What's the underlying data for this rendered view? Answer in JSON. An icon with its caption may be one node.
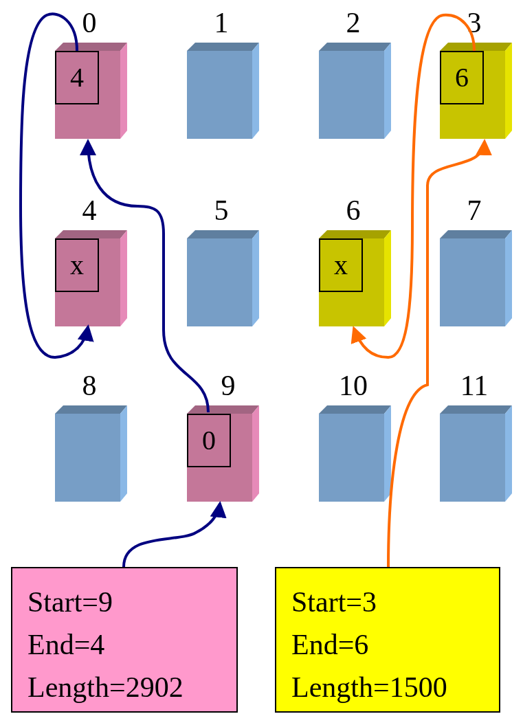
{
  "diagram": {
    "nodes": [
      {
        "text": [],
        "shape": "box",
        "beside": [
          "0"
        ]
      },
      {
        "text": [
          "4"
        ],
        "in": 0
      },
      {
        "text": [],
        "shape": "box",
        "beside": [
          "1"
        ]
      },
      {
        "text": [],
        "shape": "box",
        "beside": [
          "2"
        ]
      },
      {
        "text": [],
        "shape": "box",
        "beside": [
          "3"
        ]
      },
      {
        "text": [
          "6"
        ],
        "in": 4
      },
      {
        "text": [],
        "shape": "box",
        "beside": [
          "4"
        ]
      },
      {
        "text": [
          "x"
        ],
        "in": 6
      },
      {
        "text": [],
        "shape": "box",
        "beside": [
          "5"
        ]
      },
      {
        "text": [],
        "shape": "box",
        "beside": [
          "6"
        ]
      },
      {
        "text": [
          "x"
        ],
        "in": 9
      },
      {
        "text": [],
        "shape": "box",
        "beside": [
          "7"
        ]
      },
      {
        "text": [],
        "shape": "box",
        "beside": [
          "8"
        ]
      },
      {
        "text": [],
        "shape": "box",
        "beside": [
          "9"
        ]
      },
      {
        "text": [
          "0"
        ],
        "in": 13
      },
      {
        "text": [],
        "shape": "box",
        "beside": [
          "10"
        ]
      },
      {
        "text": [],
        "shape": "box",
        "beside": [
          "11"
        ]
      },
      {
        "text": [
          "Start=9",
          "End=4",
          "Length=2902"
        ]
      },
      {
        "text": [
          "Start=3",
          "End=6",
          "Length=1500"
        ]
      }
    ],
    "edges": [
      {
        "from": 17,
        "to": 13,
        "arrow": "to"
      },
      {
        "from": 14,
        "to": 0,
        "arrow": "to"
      },
      {
        "from": 1,
        "to": 6,
        "arrow": "to"
      },
      {
        "from": 18,
        "to": 4,
        "arrow": "to",
        "color": "#ff6a00"
      },
      {
        "from": 5,
        "to": 9,
        "arrow": "to",
        "color": "#ff6a00"
      }
    ]
  }
}
